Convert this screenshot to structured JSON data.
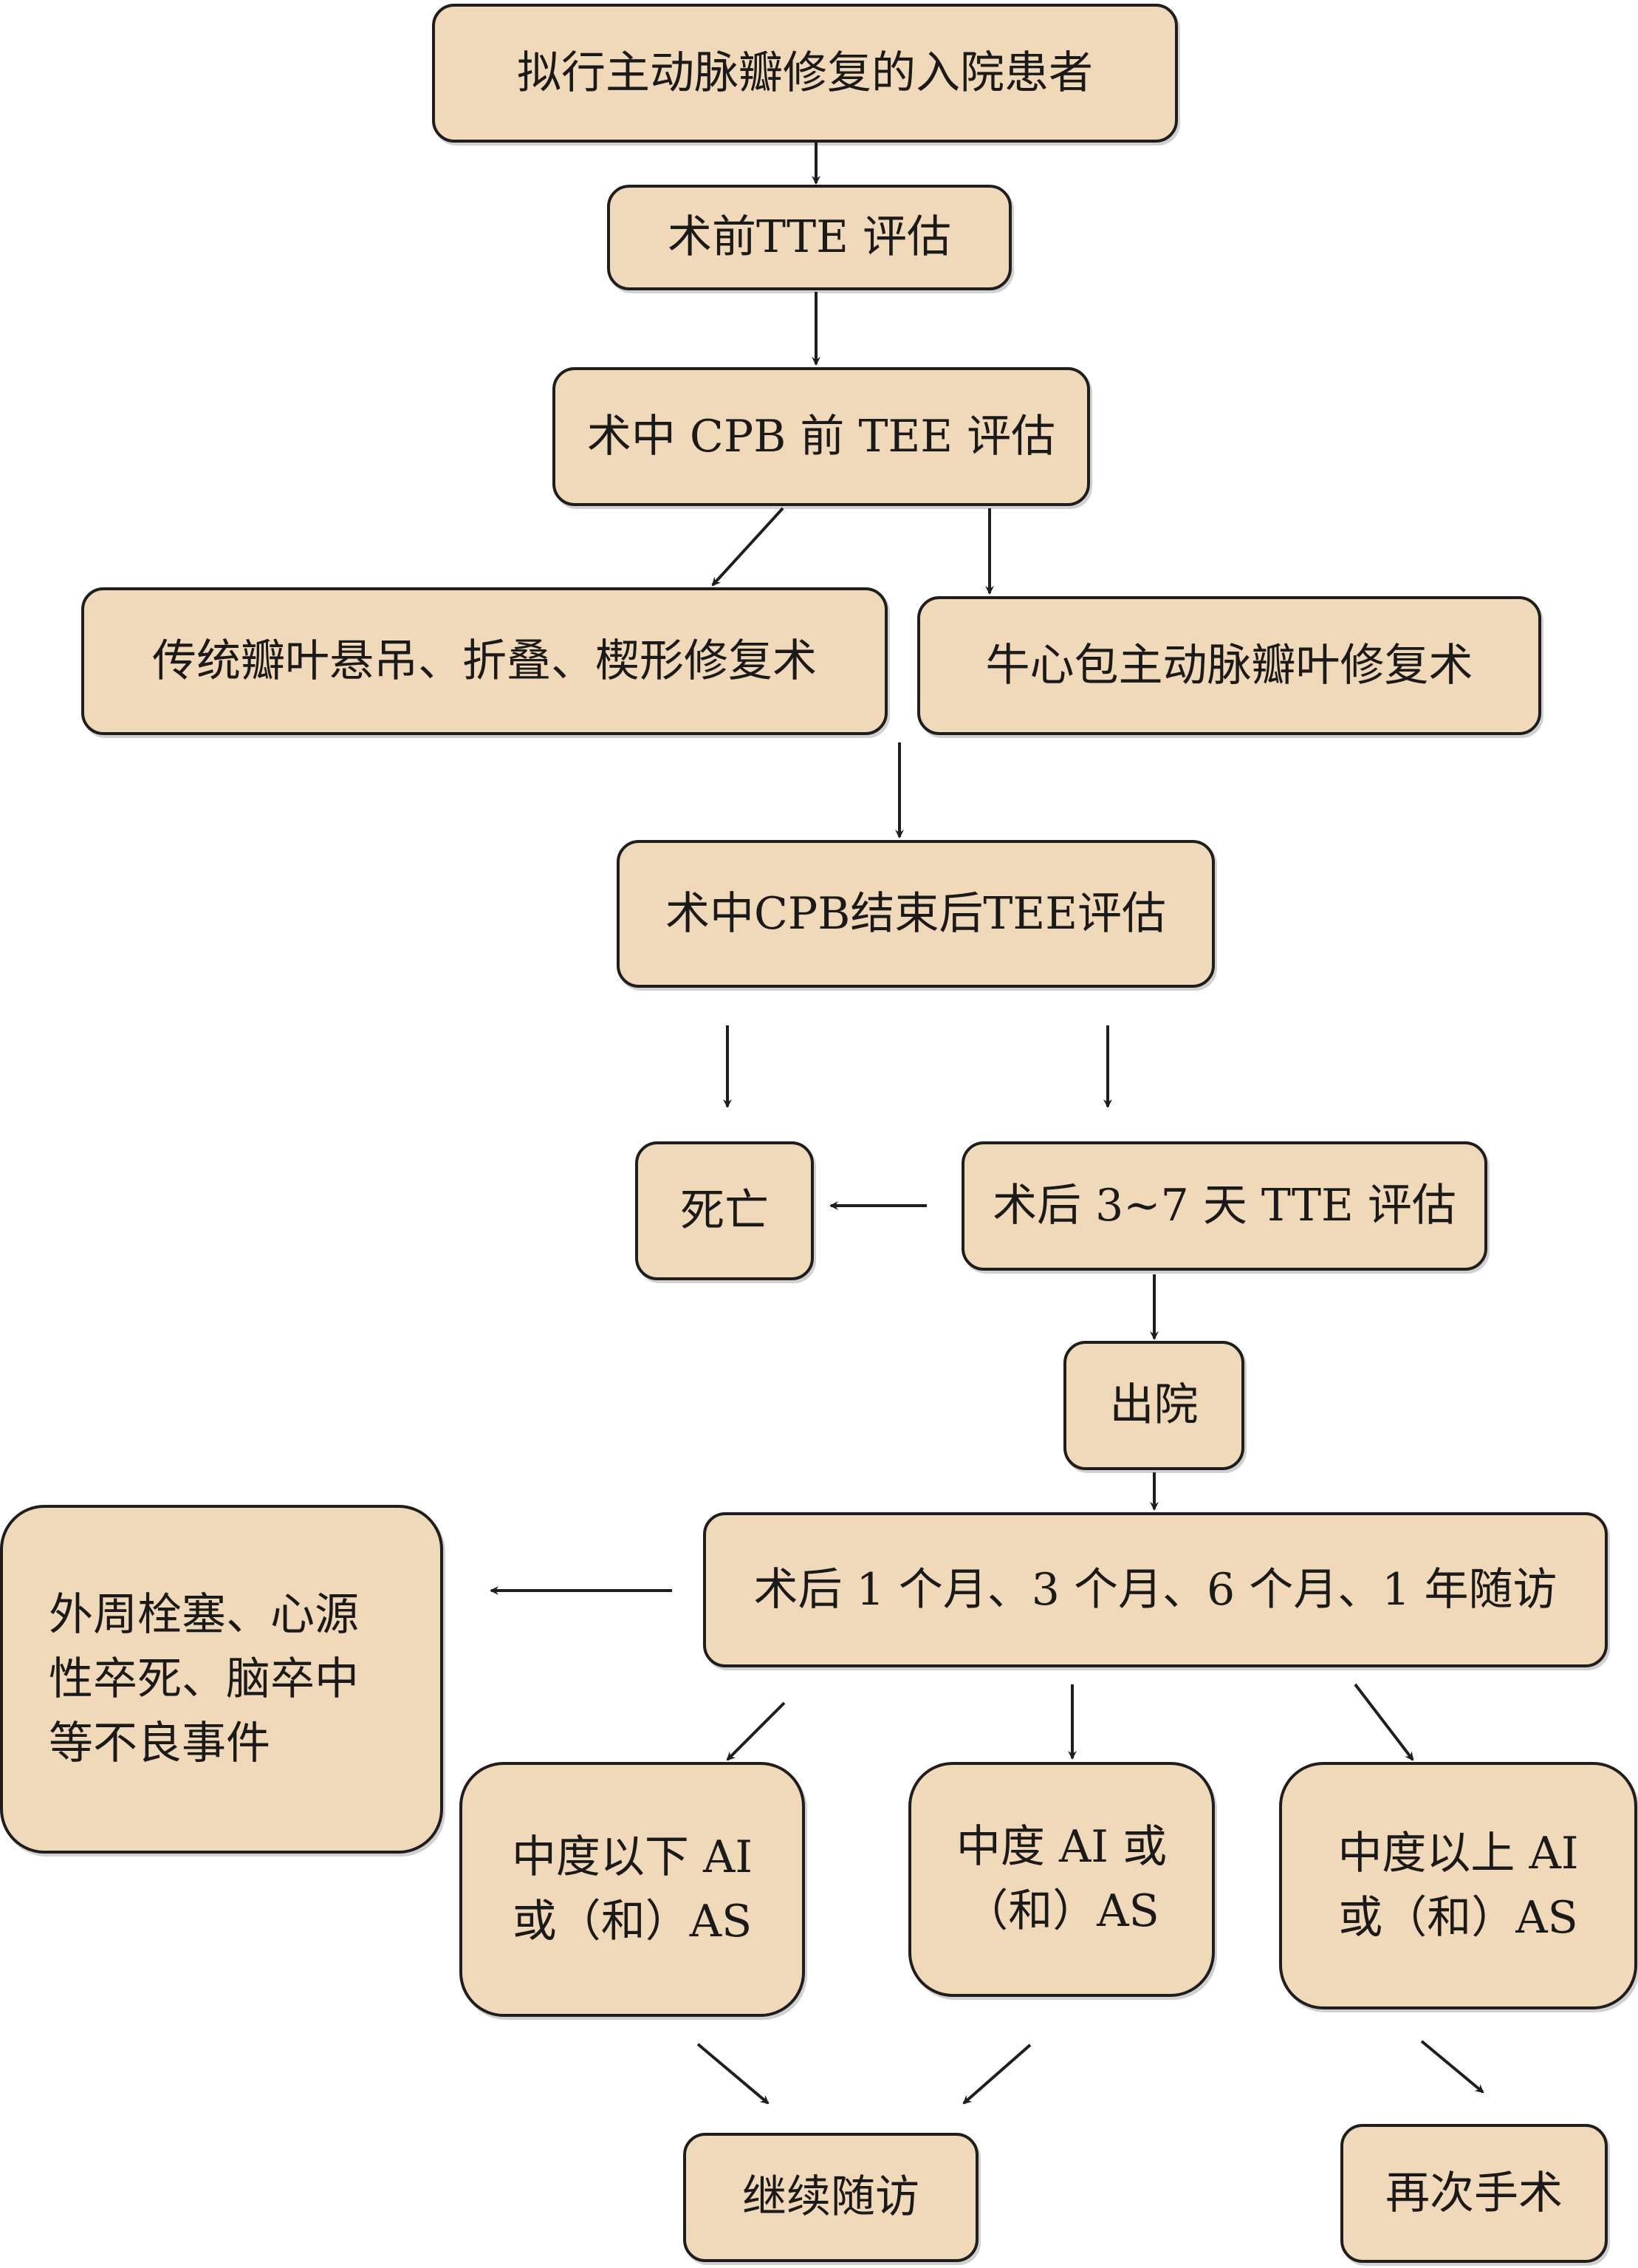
{
  "nodes": {
    "admit": "拟行主动脉瓣修复的入院患者",
    "pre_tte": "术前TTE 评估",
    "pre_cpb_tee": "术中 CPB 前 TEE 评估",
    "traditional_repair": "传统瓣叶悬吊、折叠、楔形修复术",
    "pericardial_repair": "牛心包主动脉瓣叶修复术",
    "post_cpb_tee": "术中CPB结束后TEE评估",
    "death": "死亡",
    "postop_tte": "术后 3~7 天 TTE 评估",
    "discharge": "出院",
    "followup": "术后 1 个月、3 个月、6 个月、1 年随访",
    "adverse_events_lines": [
      "外周栓塞、心源",
      "性卒死、脑卒中",
      "等不良事件"
    ],
    "below_moderate_lines": [
      "中度以下 AI",
      "或（和）AS"
    ],
    "moderate_lines": [
      "中度 AI 或",
      "（和）AS"
    ],
    "above_moderate_lines": [
      "中度以上 AI",
      "或（和）AS"
    ],
    "continue_followup": "继续随访",
    "reoperation": "再次手术"
  },
  "colors": {
    "box_fill": "#efd9b8",
    "box_border": "#1e1e1e",
    "arrow": "#1e1e1e"
  }
}
